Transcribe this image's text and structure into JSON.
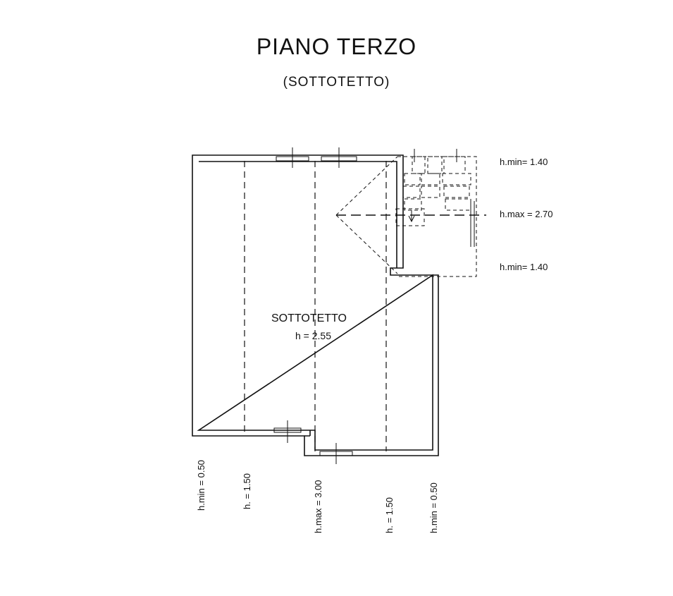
{
  "header": {
    "title": "PIANO TERZO",
    "subtitle": "(SOTTOTETTO)"
  },
  "room": {
    "name": "SOTTOTETTO",
    "height": "h = 2.55"
  },
  "right_labels": {
    "top": "h.min= 1.40",
    "middle": "h.max = 2.70",
    "bottom": "h.min= 1.40"
  },
  "bottom_labels": [
    "h.min = 0.50",
    "h. = 1.50",
    "h.max = 3.00",
    "h. = 1.50",
    "h.min = 0.50"
  ]
}
